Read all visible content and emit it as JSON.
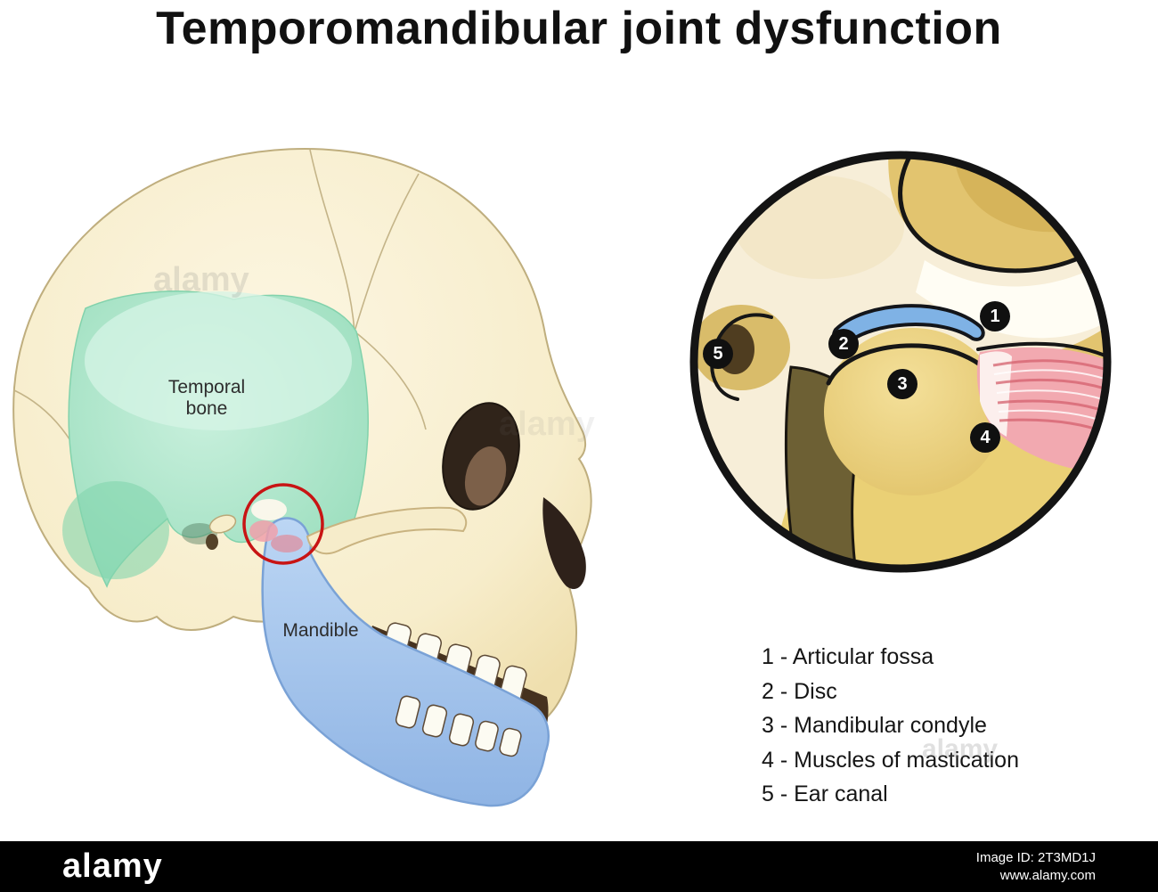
{
  "title": "Temporomandibular joint dysfunction",
  "skull": {
    "temporal_bone_label": "Temporal bone",
    "mandible_label": "Mandible"
  },
  "inset": {
    "markers": [
      "1",
      "2",
      "3",
      "4",
      "5"
    ]
  },
  "legend": {
    "items": [
      "1 - Articular fossa",
      "2 - Disc",
      "3 - Mandibular condyle",
      "4 - Muscles of mastication",
      "5 - Ear canal"
    ]
  },
  "watermark": {
    "text": "alamy"
  },
  "footer": {
    "brand": "alamy",
    "image_id": "Image ID: 2T3MD1J",
    "url": "www.alamy.com"
  },
  "colors": {
    "background": "#ffffff",
    "bone": "#f6ebc9",
    "temporal_bone_green": "#9fe0c0",
    "mandible_blue": "#a9c7ee",
    "tmj_circle_red": "#c81414",
    "disc_blue": "#7fb2e5",
    "condyle_gold": "#ead075",
    "muscle_pink": "#f2a9b0",
    "inset_outline": "#141414",
    "footer_bar": "#000000"
  }
}
